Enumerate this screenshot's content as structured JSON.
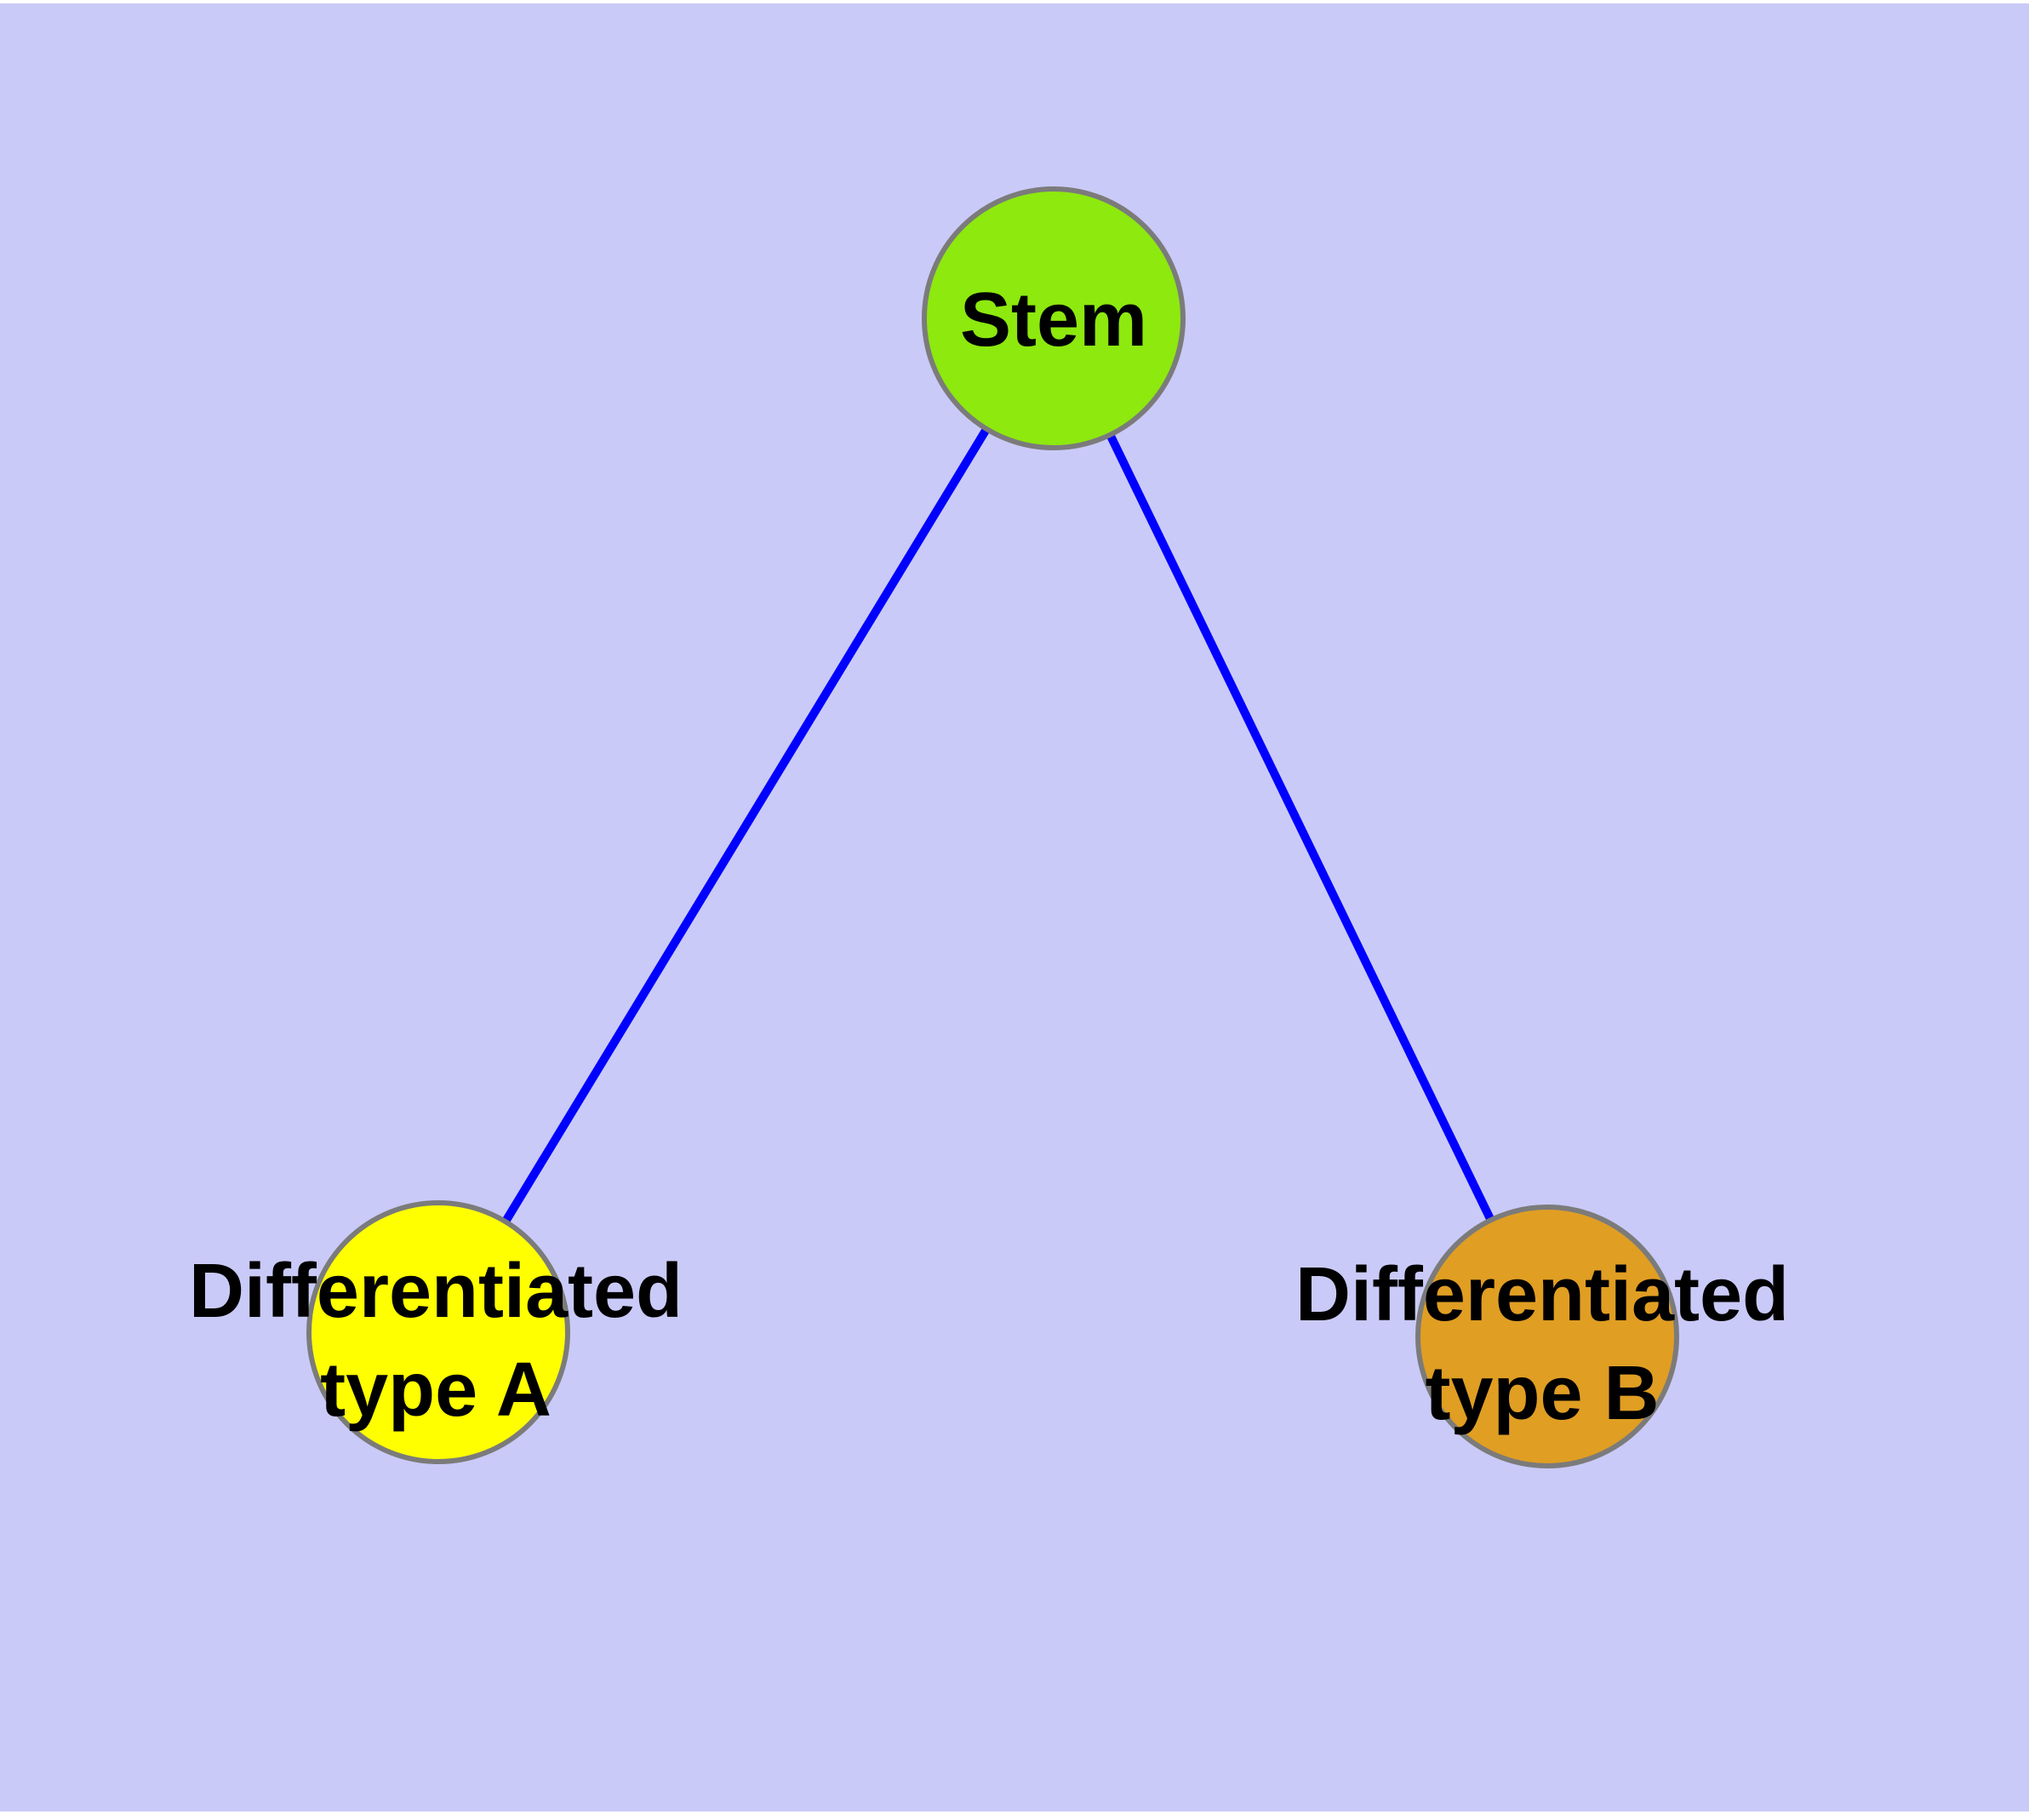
{
  "figure": {
    "type": "node-link-graph",
    "description": "Stem cell differentiation diagram",
    "background_color": "#CACAF8",
    "margin_color": "#ffffff"
  },
  "chart_data": {
    "type": "graph",
    "nodes": [
      {
        "id": "stem",
        "label": "Stem",
        "color": "#8DE90E",
        "border_color": "#7B7B7B"
      },
      {
        "id": "type_a",
        "label": "Differentiated type A",
        "color": "#FFFF00",
        "border_color": "#7B7B7B"
      },
      {
        "id": "type_b",
        "label": "Differentiated type B",
        "color": "#E09E23",
        "border_color": "#7B7B7B"
      }
    ],
    "edges": [
      {
        "from": "stem",
        "to": "type_a"
      },
      {
        "from": "stem",
        "to": "type_b"
      }
    ],
    "edge_color": "#0000FF",
    "legend": "none",
    "grid": "off"
  },
  "nodes": {
    "stem": {
      "label": "Stem",
      "color": "#8DE90E"
    },
    "type_a": {
      "line1": "Differentiated",
      "line2": "type A",
      "color": "#FFFF00"
    },
    "type_b": {
      "line1": "Differentiated",
      "line2": "type B",
      "color": "#E09E23"
    }
  },
  "edges": {
    "color": "#0000FF",
    "node_border_color": "#7B7B7B"
  }
}
